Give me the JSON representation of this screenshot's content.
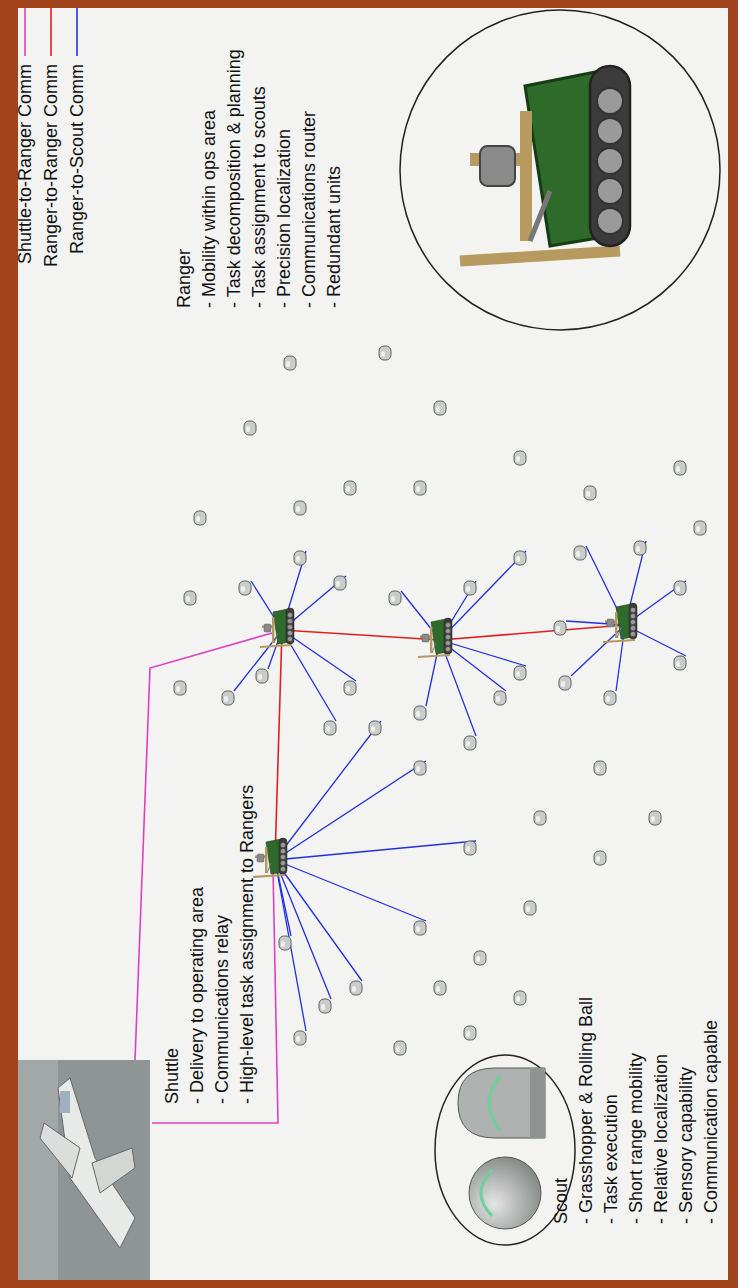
{
  "diagram": {
    "nodes": [
      {
        "text": [
          "Shuttle",
          "- Delivery to operating area",
          "- Communications relay",
          "- High-level task assignment to Rangers"
        ]
      },
      {
        "text": [
          "Ranger",
          "- Mobility within ops area",
          "- Task decomposition & planning",
          "- Task assignment to scouts",
          "- Precision localization",
          "- Communications router",
          "- Redundant units"
        ]
      },
      {
        "text": [
          "Scout",
          "- Grasshopper & Rolling Ball",
          "- Task execution",
          "- Short range mobility",
          "- Relative localization",
          "- Sensory capability",
          "- Communication capable"
        ]
      }
    ],
    "legend": [
      {
        "text": "Shuttle-to-Ranger Comm"
      },
      {
        "text": "Ranger-to-Ranger Comm"
      },
      {
        "text": "Ranger-to-Scout Comm"
      }
    ]
  }
}
